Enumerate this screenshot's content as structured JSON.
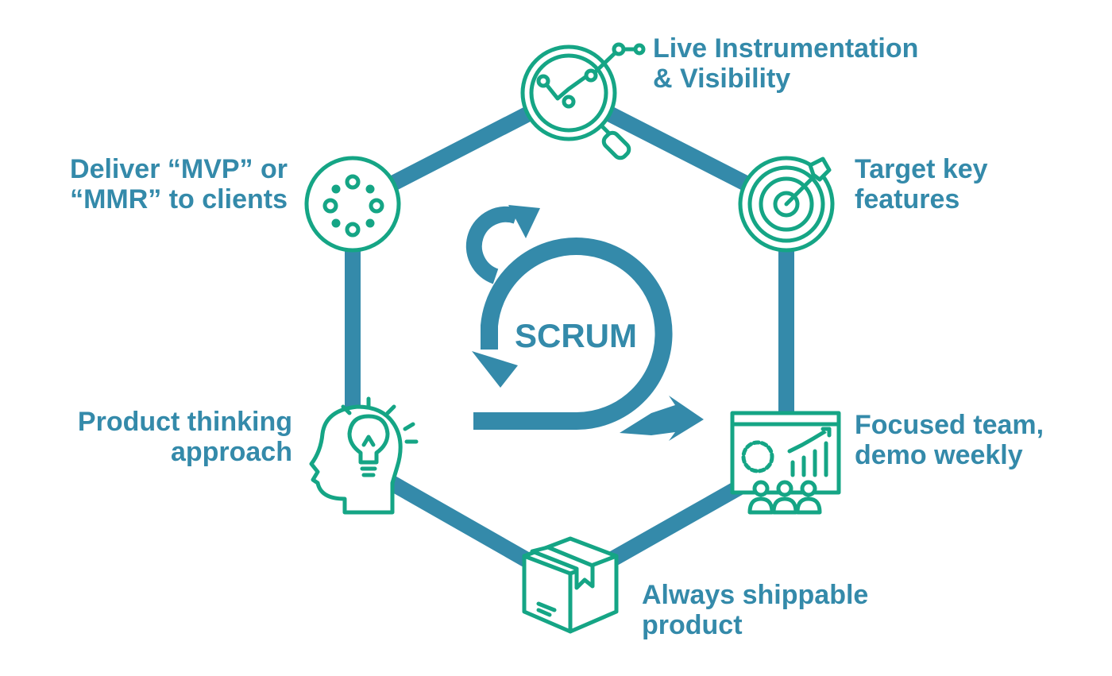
{
  "colors": {
    "blue": "#348aaa",
    "green": "#15a585",
    "background": "#ffffff"
  },
  "center": {
    "label": "SCRUM"
  },
  "nodes": [
    {
      "id": "live-instrumentation",
      "icon": "magnifier-chart-icon",
      "lines": [
        "Live Instrumentation",
        "& Visibility"
      ]
    },
    {
      "id": "target-key-features",
      "icon": "target-icon",
      "lines": [
        "Target key",
        "features"
      ]
    },
    {
      "id": "focused-team",
      "icon": "presentation-team-icon",
      "lines": [
        "Focused team,",
        "demo weekly"
      ]
    },
    {
      "id": "always-shippable",
      "icon": "package-box-icon",
      "lines": [
        "Always shippable",
        "product"
      ]
    },
    {
      "id": "product-thinking",
      "icon": "head-lightbulb-icon",
      "lines": [
        "Product thinking",
        "approach"
      ]
    },
    {
      "id": "deliver-mvp",
      "icon": "dots-circle-icon",
      "lines": [
        "Deliver “MVP” or",
        "“MMR” to clients"
      ]
    }
  ]
}
